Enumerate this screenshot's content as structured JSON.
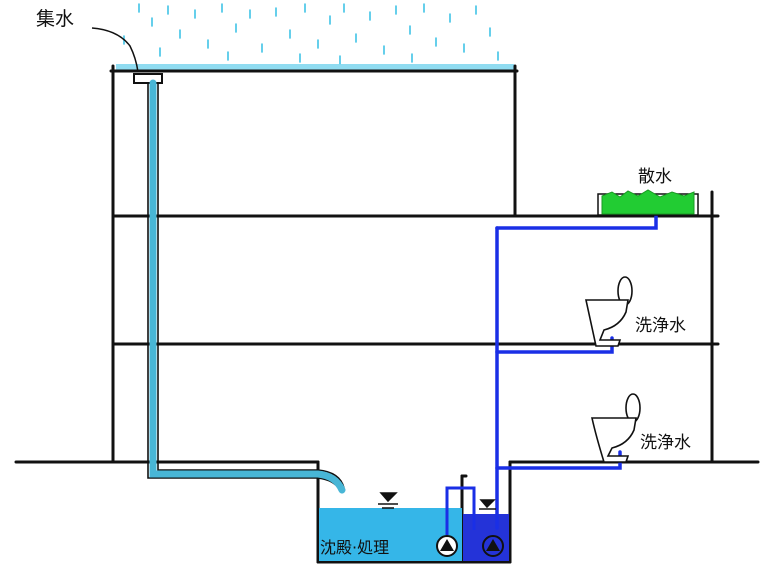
{
  "labels": {
    "collection": "集水",
    "sprinkle": "散水",
    "flush_upper": "洗浄水",
    "flush_lower": "洗浄水",
    "treatment": "沈殿·処理"
  },
  "colors": {
    "line": "#111111",
    "rain": "#3fc3e6",
    "roof_water": "#7dd6ee",
    "rain_pipe": "#48b6d6",
    "supply_pipe": "#1a2fe6",
    "tank_water": "#35b6e8",
    "supply_tank": "#2433d8",
    "greenery": "#22cc33"
  },
  "icons": {
    "toilet": "toilet-icon",
    "pump": "pump-icon",
    "water_level": "water-level-icon",
    "plants": "planter-icon",
    "drain": "roof-drain-icon"
  }
}
